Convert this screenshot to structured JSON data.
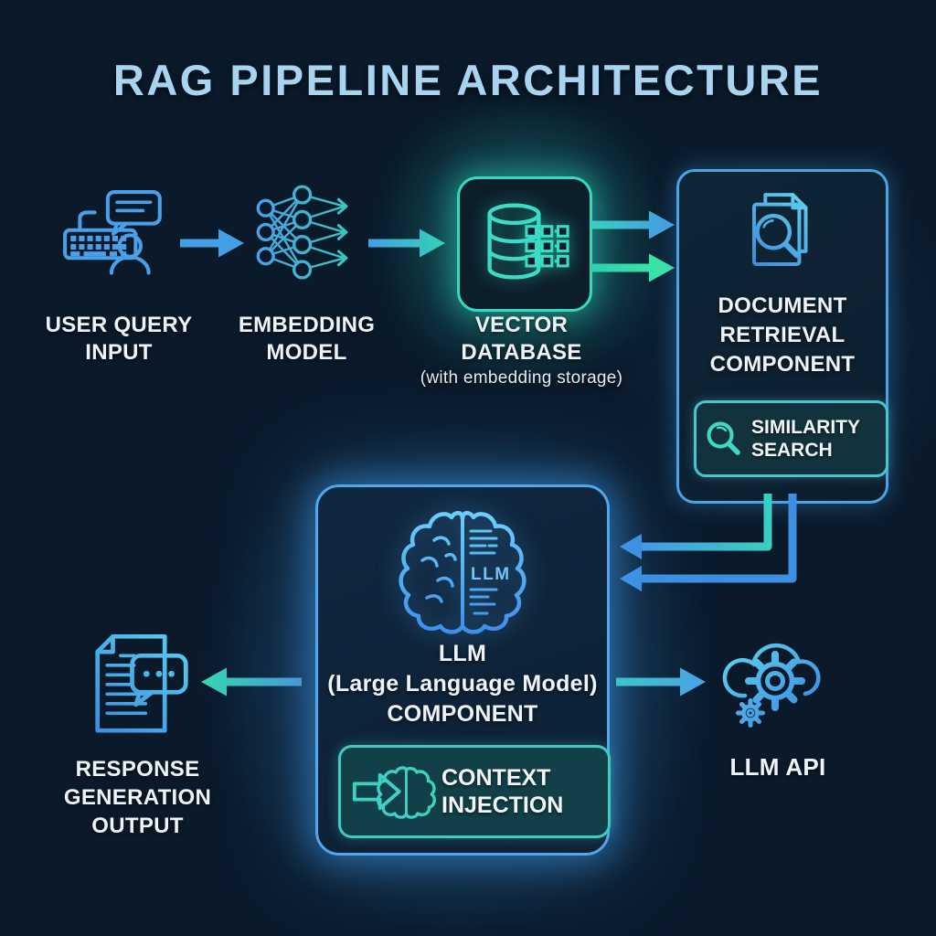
{
  "title": "RAG PIPELINE ARCHITECTURE",
  "nodes": {
    "user_query": {
      "icon": "keyboard-chat-user-icon",
      "lines": [
        "USER QUERY",
        "INPUT"
      ]
    },
    "embedding_model": {
      "icon": "neural-network-icon",
      "lines": [
        "EMBEDDING",
        "MODEL"
      ]
    },
    "vector_database": {
      "icon": "database-vectors-icon",
      "lines": [
        "VECTOR",
        "DATABASE"
      ],
      "subtitle": "(with embedding storage)"
    },
    "document_retrieval": {
      "icon": "document-search-icon",
      "lines": [
        "DOCUMENT",
        "RETRIEVAL",
        "COMPONENT"
      ],
      "sub_component": {
        "icon": "magnifier-icon",
        "label": "SIMILARITY SEARCH"
      }
    },
    "llm_component": {
      "icon": "brain-llm-icon",
      "brain_label": "LLM",
      "lines": [
        "LLM",
        "(Large Language Model)",
        "COMPONENT"
      ],
      "sub_component": {
        "icon": "arrow-into-brain-icon",
        "label": "CONTEXT INJECTION"
      }
    },
    "llm_api": {
      "icon": "cloud-gears-icon",
      "label": "LLM API"
    },
    "response_output": {
      "icon": "document-chat-icon",
      "lines": [
        "RESPONSE",
        "GENERATION",
        "OUTPUT"
      ]
    }
  },
  "flows": [
    "user_query -> embedding_model",
    "embedding_model -> vector_database",
    "vector_database -> document_retrieval (2 arrows)",
    "document_retrieval -> llm_component (2 elbow arrows)",
    "llm_component -> llm_api",
    "llm_component -> response_output"
  ],
  "colors": {
    "background": "#0a1a2b",
    "title": "#a9d4ef",
    "text": "#eef4fa",
    "blue": "#459fe6",
    "teal": "#35d4b5",
    "box_border_blue": "#4aa4e4",
    "box_border_teal": "#36d8c2"
  }
}
